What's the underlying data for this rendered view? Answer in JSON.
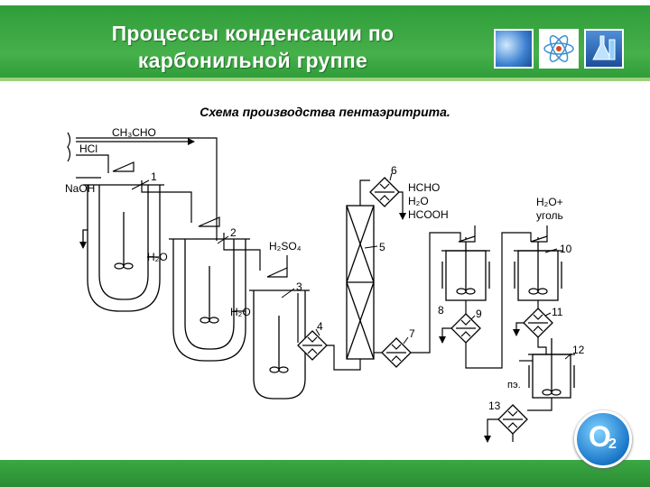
{
  "slide": {
    "title_line1": "Процессы конденсации по",
    "title_line2": "карбонильной группе",
    "subtitle": "Схема производства пентаэритрита."
  },
  "labels": {
    "ch3cho": "CH₃CHO",
    "hcl": "HCl",
    "naoh": "NaOH",
    "h2o_a": "H₂O",
    "h2o_b": "H₂O",
    "h2so4": "H₂SO₄",
    "hcho": "HCHO",
    "h2o_c": "H₂O",
    "hcooh": "HCOOH",
    "h2o_ugol_1": "H₂O+",
    "h2o_ugol_2": "уголь",
    "pe": "пэ."
  },
  "numbers": [
    "1",
    "2",
    "3",
    "4",
    "5",
    "6",
    "7",
    "8",
    "9",
    "10",
    "11",
    "12",
    "13"
  ],
  "logo": {
    "o": "O",
    "sub": "2"
  },
  "colors": {
    "header": "#3aa843",
    "line": "#000000"
  }
}
